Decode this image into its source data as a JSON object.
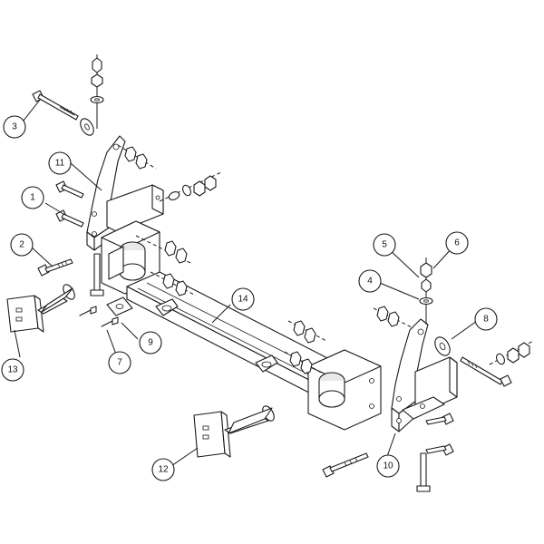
{
  "callouts": [
    {
      "id": "1",
      "label": "1"
    },
    {
      "id": "2",
      "label": "2"
    },
    {
      "id": "3",
      "label": "3"
    },
    {
      "id": "4",
      "label": "4"
    },
    {
      "id": "5",
      "label": "5"
    },
    {
      "id": "6",
      "label": "6"
    },
    {
      "id": "7",
      "label": "7"
    },
    {
      "id": "8",
      "label": "8"
    },
    {
      "id": "9",
      "label": "9"
    },
    {
      "id": "10",
      "label": "10"
    },
    {
      "id": "11",
      "label": "11"
    },
    {
      "id": "12",
      "label": "12"
    },
    {
      "id": "13",
      "label": "13"
    },
    {
      "id": "14",
      "label": "14"
    }
  ],
  "colors": {
    "line": "#1a1a1a",
    "background": "#ffffff"
  }
}
